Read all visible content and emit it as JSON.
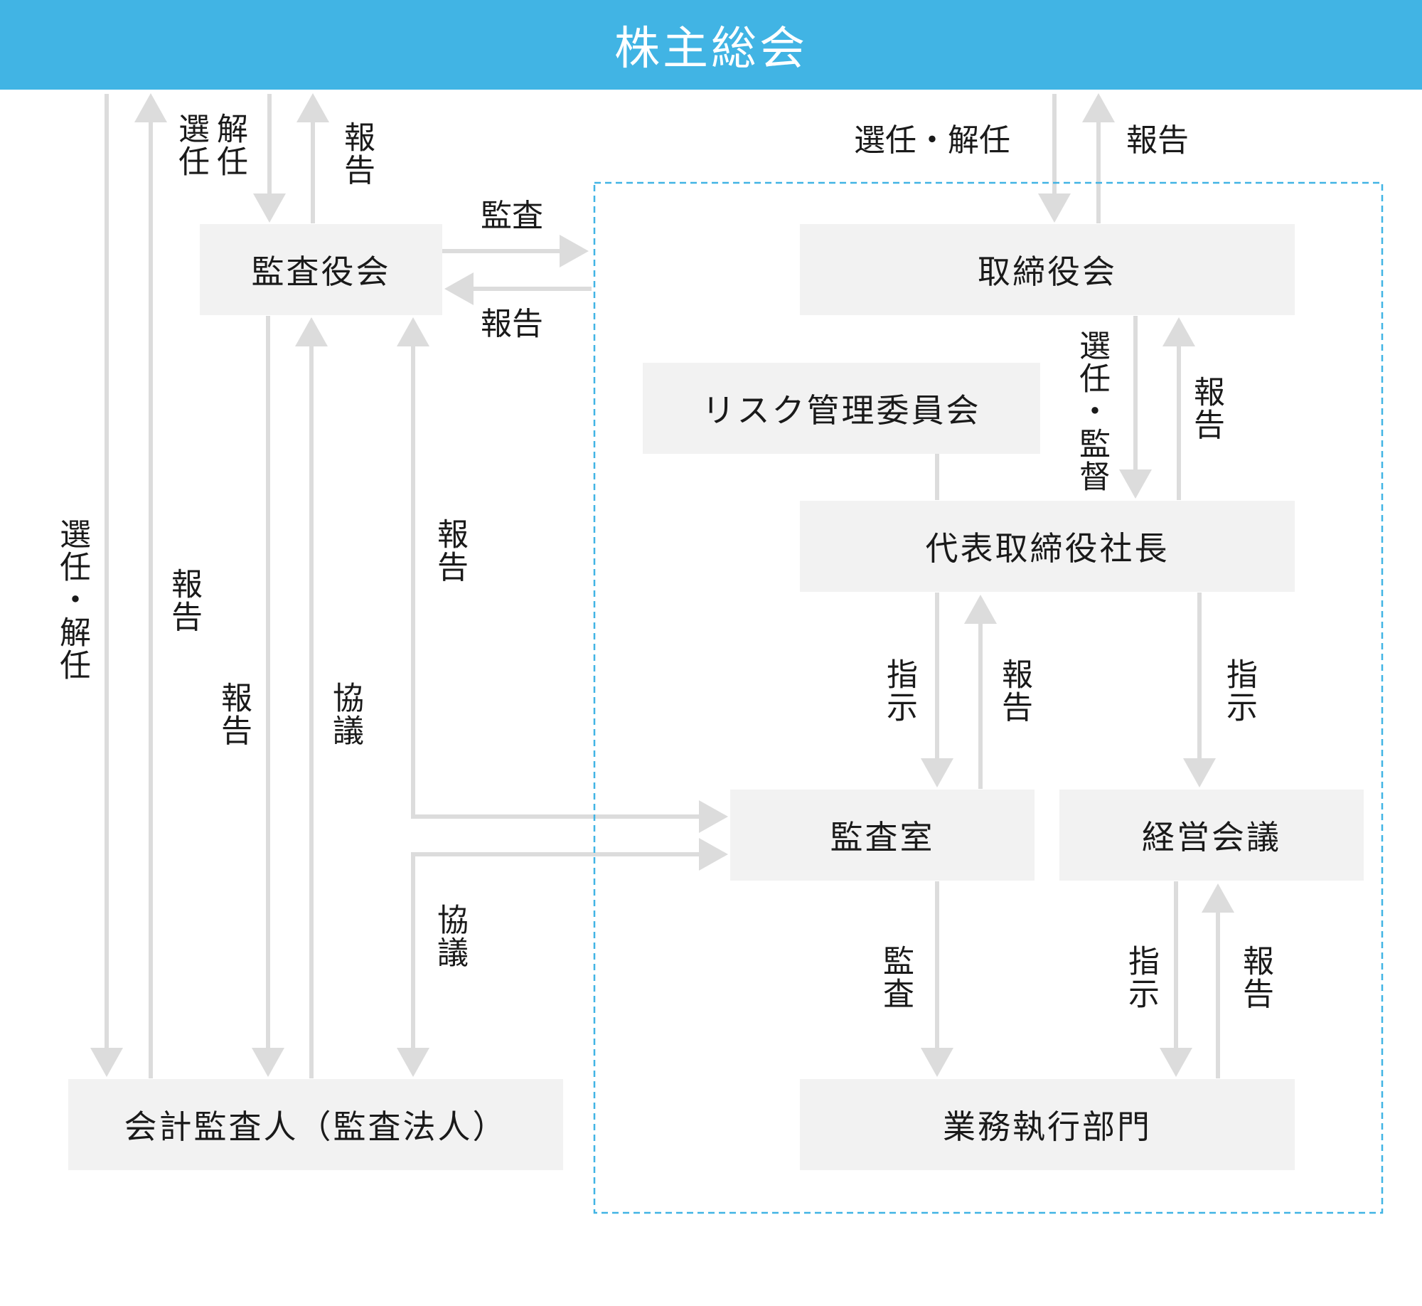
{
  "header": {
    "title": "株主総会"
  },
  "nodes": {
    "audit_board": "監査役会",
    "board": "取締役会",
    "risk_committee": "リスク管理委員会",
    "president": "代表取締役社長",
    "audit_office": "監査室",
    "management_meeting": "経営会議",
    "accounting_auditor": "会計監査人（監査法人）",
    "business_division": "業務執行部門"
  },
  "labels": {
    "far_left_appoint": "選任・解任",
    "far_left_report": "報告",
    "audit_board_appoint_col1": "解任",
    "audit_board_appoint_col2": "選任",
    "audit_board_report_top": "報告",
    "audit_to_board": "監査",
    "board_to_audit_report": "報告",
    "board_appoint": "選任・解任",
    "board_report_top": "報告",
    "board_to_president": "選任・監督",
    "president_to_board_report": "報告",
    "auditor_report_to_board": "報告",
    "auditor_consult": "協議",
    "audit_office_report_to_audit_board": "報告",
    "audit_office_consult": "協議",
    "president_instruct_office": "指示",
    "office_report_president": "報告",
    "president_instruct_meeting": "指示",
    "office_audit_business": "監査",
    "meeting_instruct_business": "指示",
    "business_report_meeting": "報告"
  }
}
